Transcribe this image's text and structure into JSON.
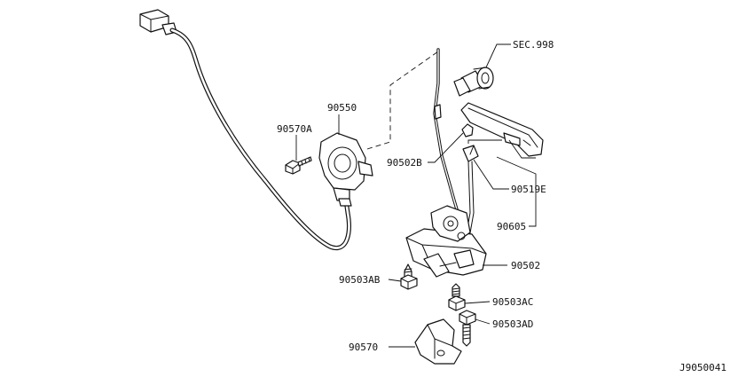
{
  "labels": {
    "sec_998": "SEC.998",
    "p90550": "90550",
    "p90570A": "90570A",
    "p90502B": "90502B",
    "p90519E": "90519E",
    "p90605": "90605",
    "p90502": "90502",
    "p90503AB": "90503AB",
    "p90503AC": "90503AC",
    "p90503AD": "90503AD",
    "p90570": "90570"
  },
  "diagram_code": "J9050041"
}
